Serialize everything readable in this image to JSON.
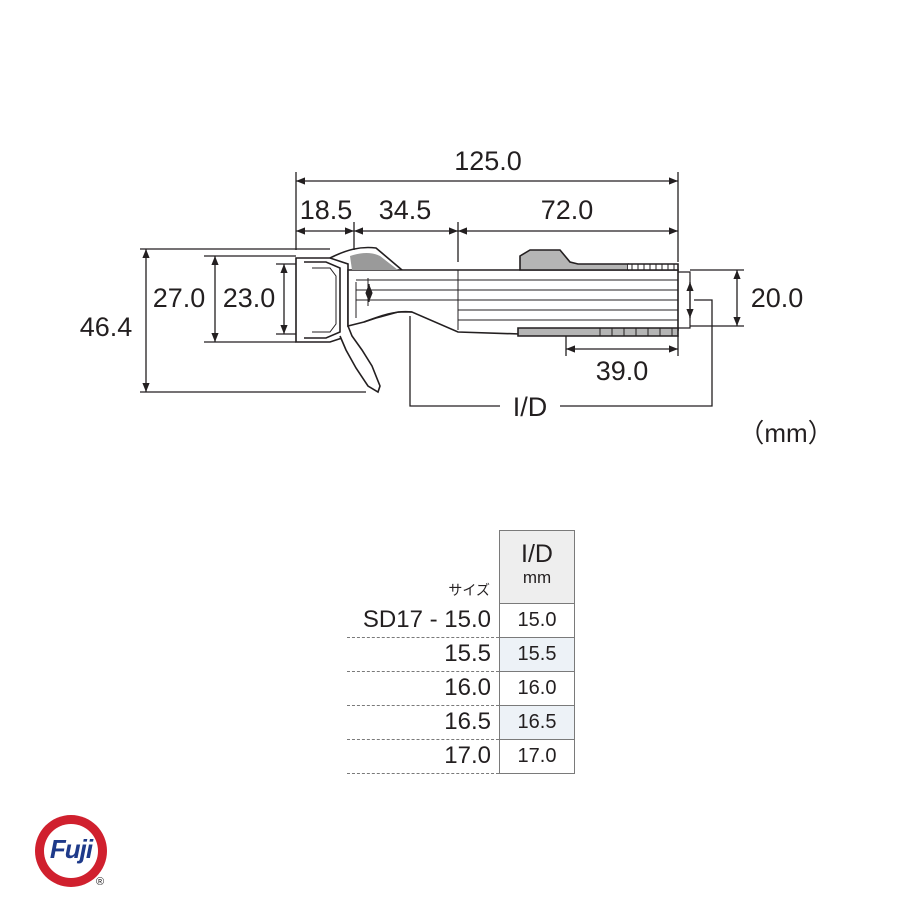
{
  "dimensions": {
    "overall_length": "125.0",
    "seg_1": "18.5",
    "seg_2": "34.5",
    "seg_3": "72.0",
    "total_height": "46.4",
    "head_outer": "27.0",
    "head_inner": "23.0",
    "tail_diameter": "20.0",
    "tail_length": "39.0",
    "inner_diameter_label": "I/D"
  },
  "unit_note": "（mm）",
  "table": {
    "size_header": "サイズ",
    "id_header": "I/D",
    "id_unit": "mm",
    "rows": [
      {
        "size": "SD17 - 15.0",
        "id": "15.0"
      },
      {
        "size": "15.5",
        "id": "15.5"
      },
      {
        "size": "16.0",
        "id": "16.0"
      },
      {
        "size": "16.5",
        "id": "16.5"
      },
      {
        "size": "17.0",
        "id": "17.0"
      }
    ]
  },
  "brand": {
    "logo_text": "Fuji",
    "registered": "®",
    "colors": {
      "ring": "#d0202e",
      "fill": "#ffffff",
      "text": "#1e3a8a"
    }
  },
  "icons": [
    "fuji-logo-icon",
    "registered-mark-icon"
  ]
}
